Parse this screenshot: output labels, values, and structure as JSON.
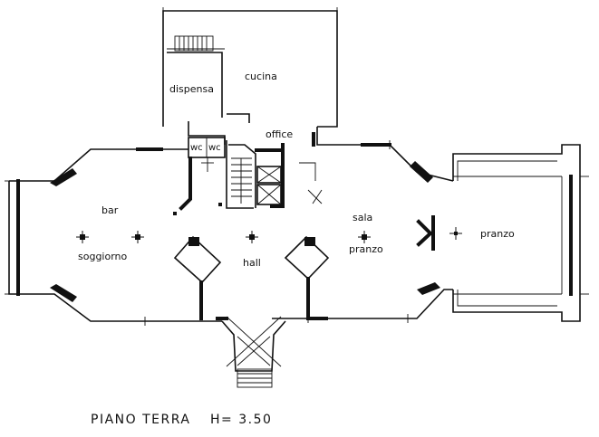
{
  "plan": {
    "title": "PIANO TERRA",
    "height_label": "H= 3.50",
    "rooms": {
      "cucina": "cucina",
      "dispensa": "dispensa",
      "office": "office",
      "wc1": "wc",
      "wc2": "wc",
      "bar": "bar",
      "soggiorno": "soggiorno",
      "hall": "hall",
      "sala": "sala",
      "sala_pranzo": "pranzo",
      "pranzo": "pranzo"
    }
  }
}
